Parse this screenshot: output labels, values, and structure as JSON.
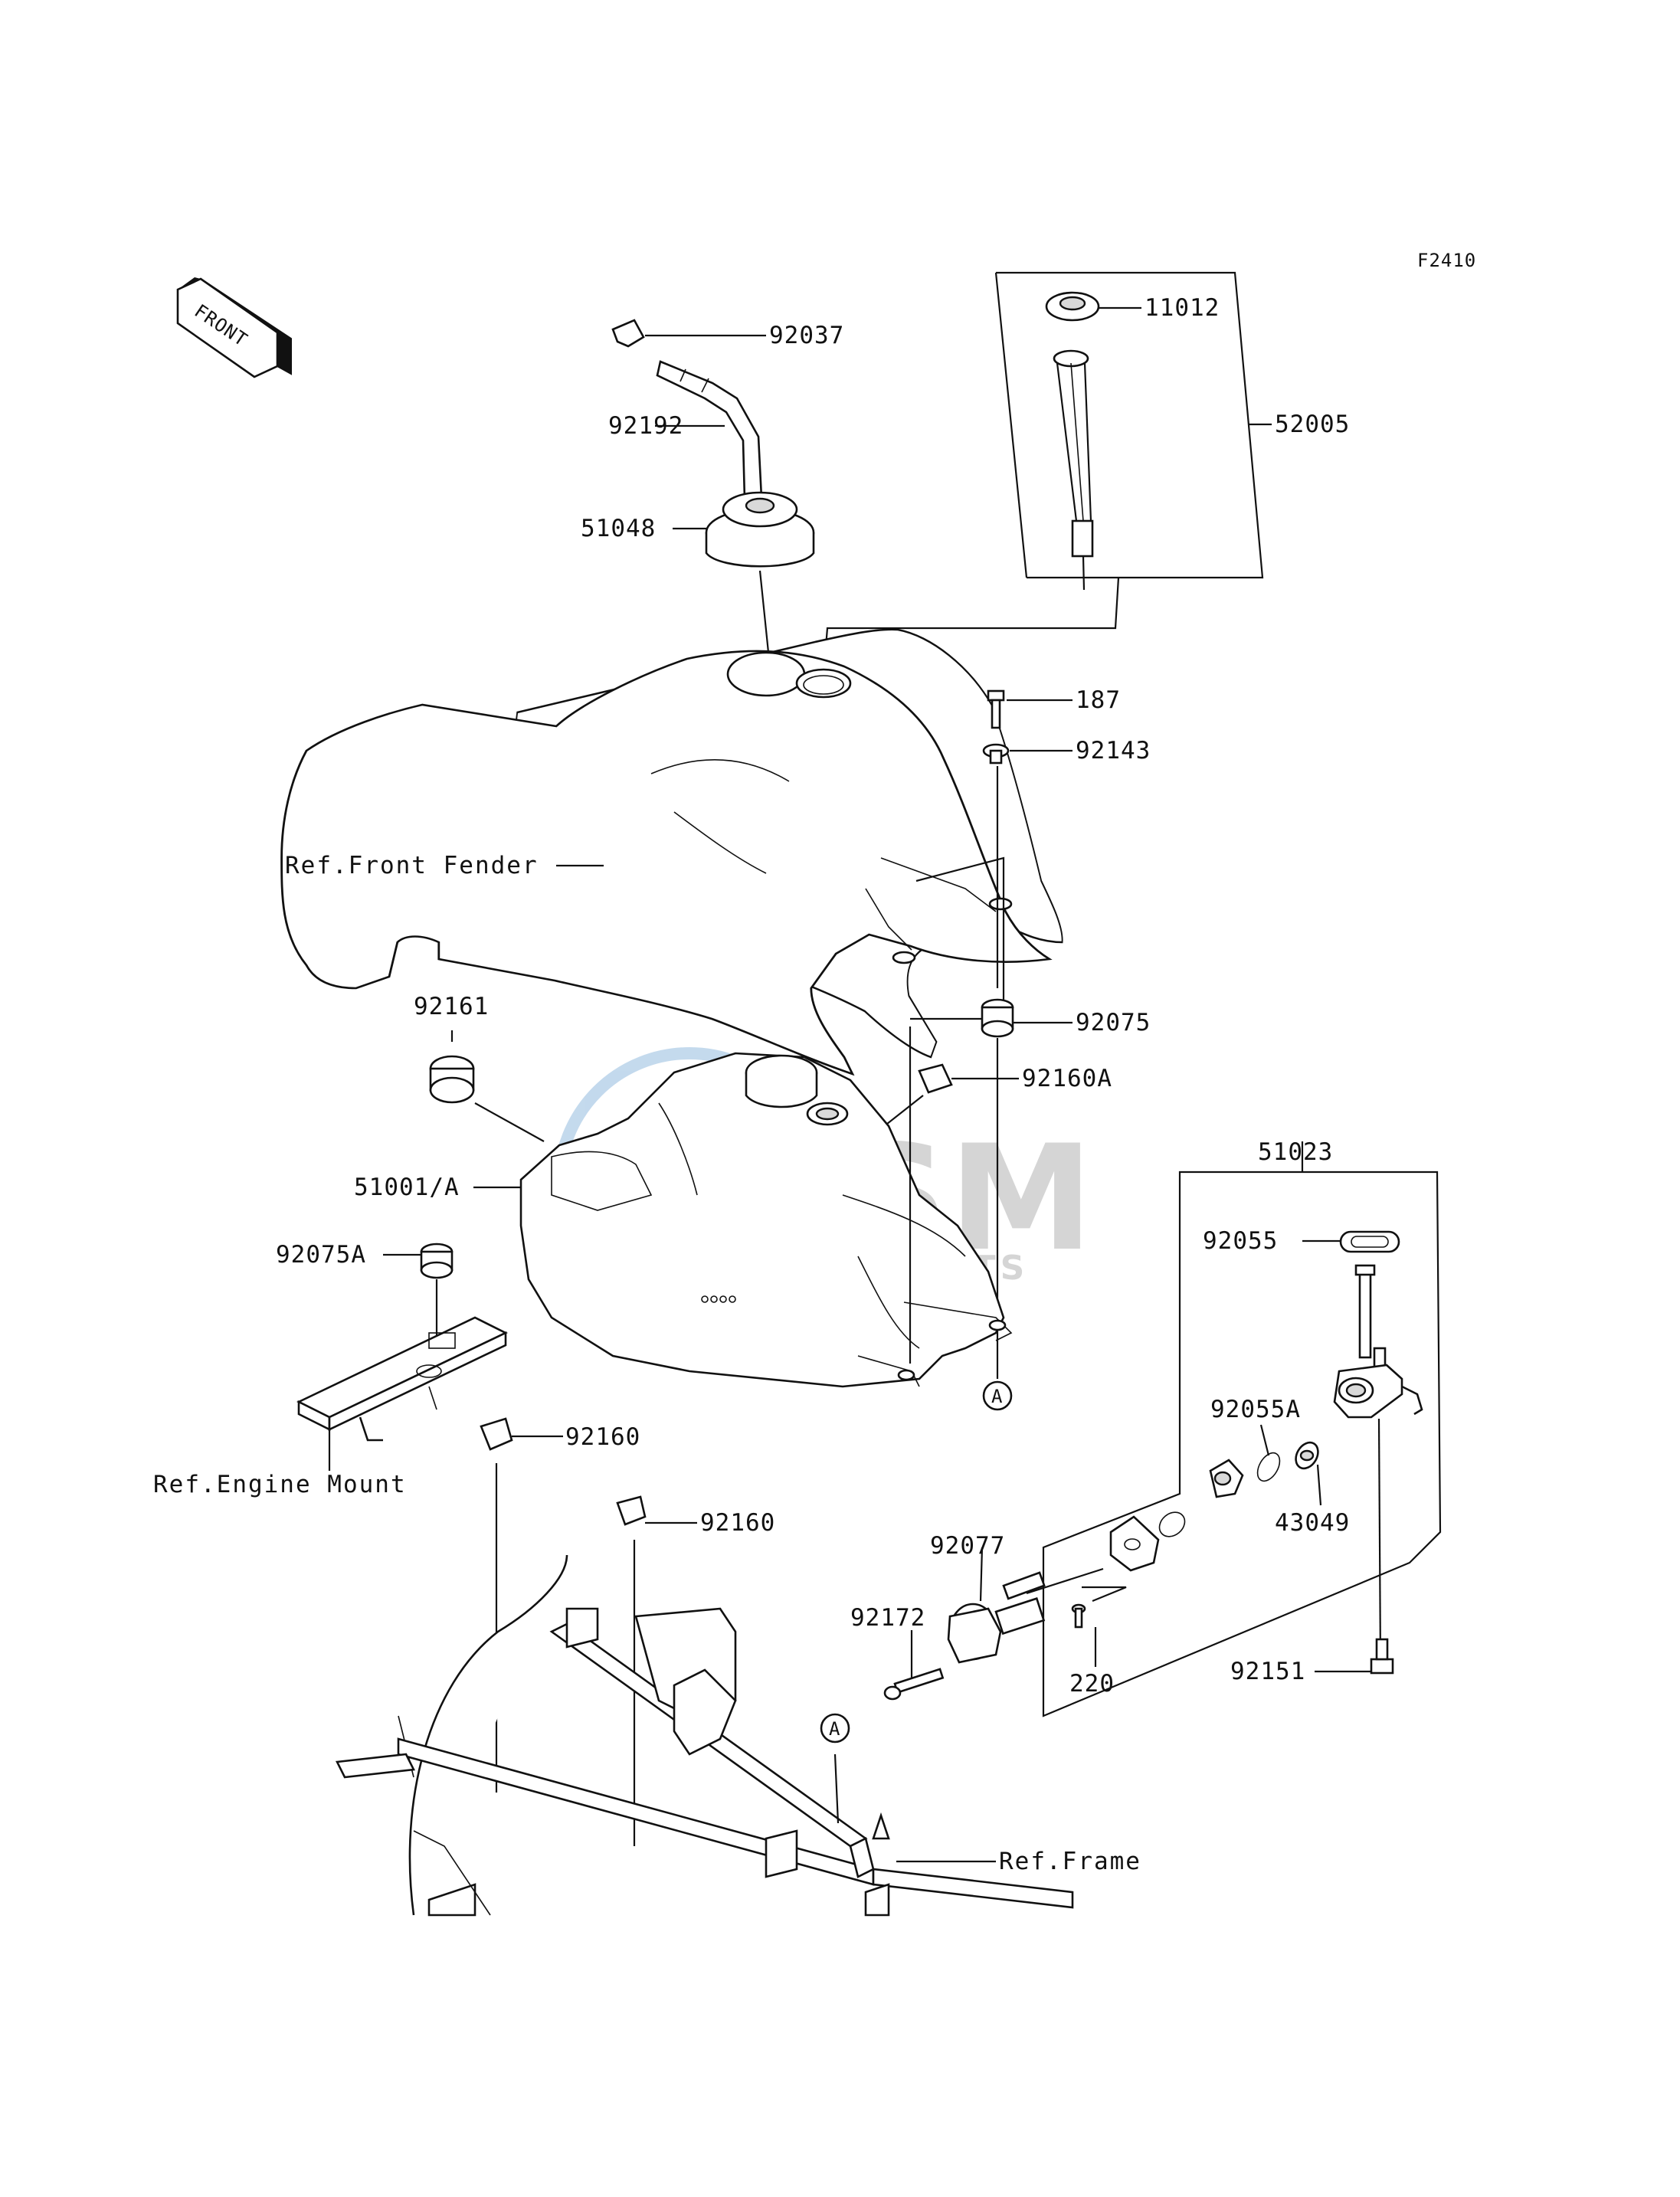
{
  "figure_code": "F2410",
  "direction_label": "FRONT",
  "watermark": {
    "brand": "OSM",
    "sub": "MOTORPARTS"
  },
  "parts": {
    "p92037": "92037",
    "p92192": "92192",
    "p51048": "51048",
    "p11012": "11012",
    "p52005": "52005",
    "p187": "187",
    "p92143": "92143",
    "p92075": "92075",
    "p92161": "92161",
    "p92160A": "92160A",
    "p51001A": "51001/A",
    "p92075A": "92075A",
    "p51023": "51023",
    "p92055": "92055",
    "p92055A": "92055A",
    "p43049": "43049",
    "p92160_1": "92160",
    "p92160_2": "92160",
    "p92077": "92077",
    "p92172": "92172",
    "p220": "220",
    "p92151": "92151"
  },
  "references": {
    "front_fender": "Ref.Front Fender",
    "engine_mount": "Ref.Engine Mount",
    "frame": "Ref.Frame"
  },
  "connectors": {
    "a_upper": "A",
    "a_lower": "A"
  }
}
